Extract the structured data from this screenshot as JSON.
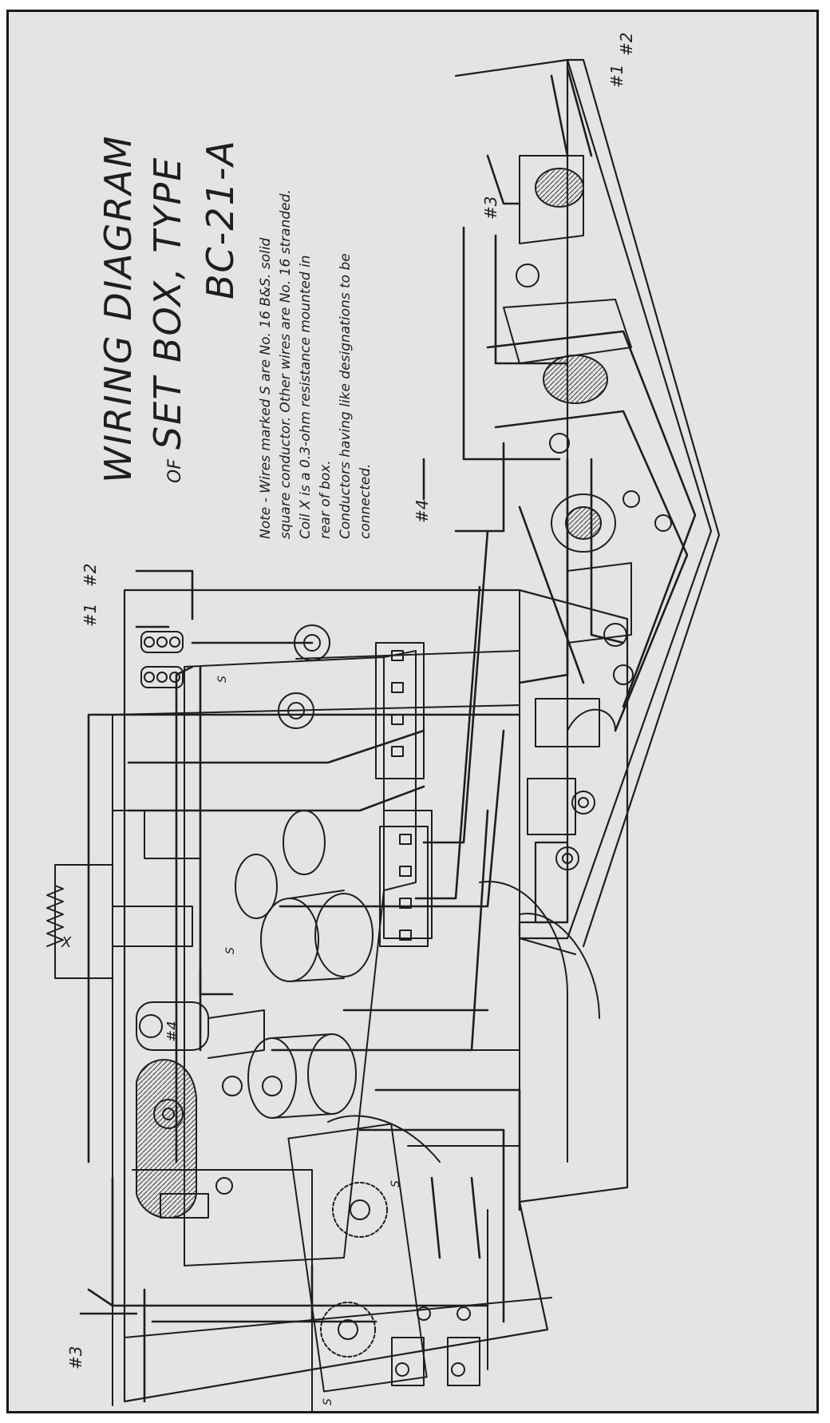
{
  "diagram": {
    "title_line1": "WIRING DIAGRAM",
    "title_of": "OF",
    "title_line2": "SET BOX, TYPE",
    "title_line3": "BC-21-A",
    "notes": [
      "Note - Wires marked S are No. 16 B&S. solid",
      "square conductor. Other wires are No. 16 stranded.",
      "Coil X is a 0.3-ohm resistance mounted in",
      "rear of box.",
      "Conductors having like designations to be",
      "connected."
    ],
    "labels": {
      "terminal_1_box": "#1",
      "terminal_2_box": "#2",
      "terminal_1_base": "#1",
      "terminal_2_base": "#2",
      "terminal_3_box": "#3",
      "terminal_3_base": "#3",
      "terminal_4_box": "#4",
      "terminal_4_base": "#4",
      "coil_x": "X",
      "wire_s_1": "S",
      "wire_s_2": "S",
      "wire_s_3": "S",
      "wire_s_4": "S"
    }
  },
  "colors": {
    "paper": "#e4e4e2",
    "ink": "#1e1e1e",
    "border": "#1a1a1a"
  }
}
